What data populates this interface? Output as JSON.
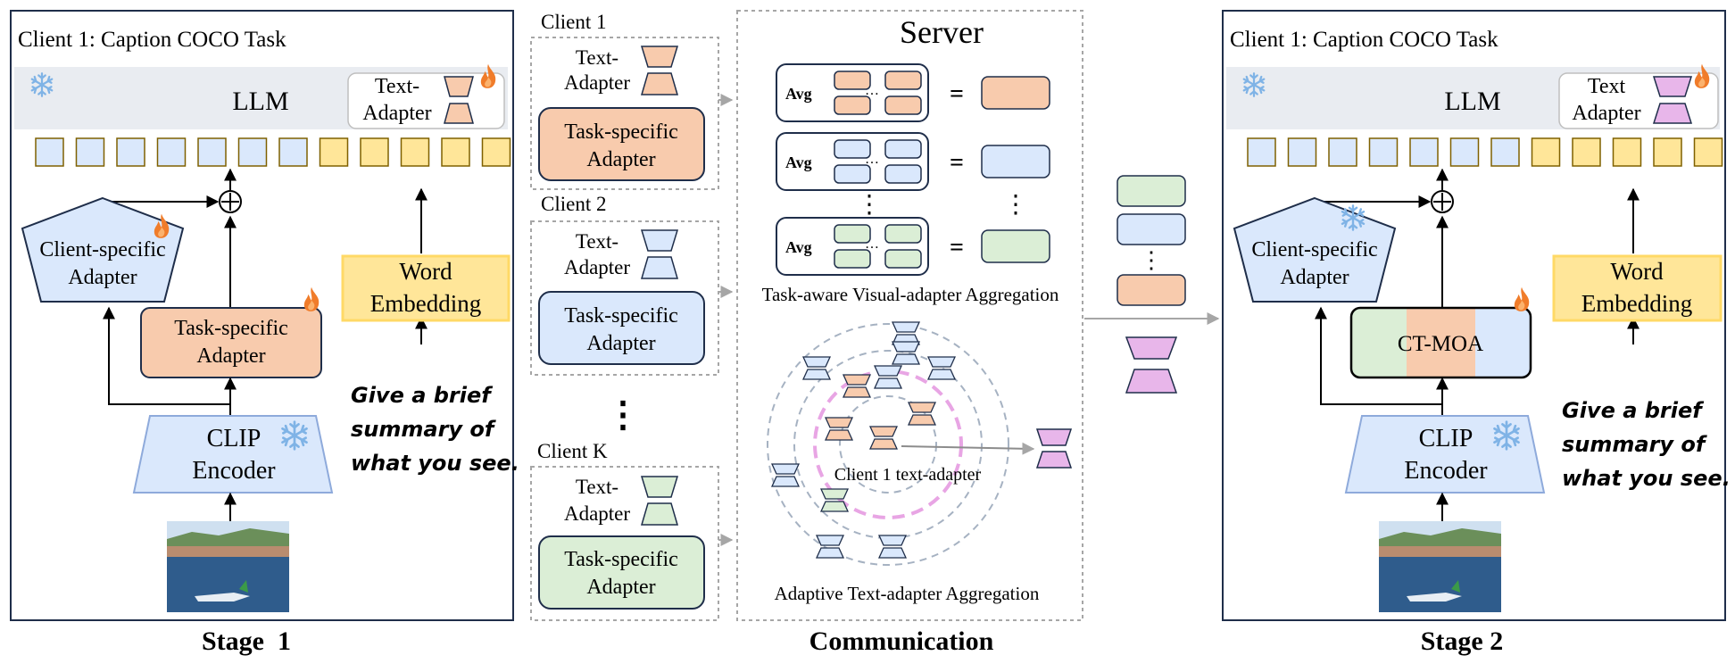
{
  "stage1": {
    "panel_title": "Client 1: Caption COCO Task",
    "llm_label": "LLM",
    "text_adapter_label_line1": "Text-",
    "text_adapter_label_line2": "Adapter",
    "client_adapter_line1": "Client-specific",
    "client_adapter_line2": "Adapter",
    "task_adapter_line1": "Task-specific",
    "task_adapter_line2": "Adapter",
    "word_embedding_line1": "Word",
    "word_embedding_line2": "Embedding",
    "clip_line1": "CLIP",
    "clip_line2": "Encoder",
    "prompt_line1": "Give a brief",
    "prompt_line2": "summary of",
    "prompt_line3": "what you see.",
    "stage_label": "Stage  1"
  },
  "communication": {
    "clients": [
      {
        "name": "Client 1",
        "text_adapter_line1": "Text-",
        "text_adapter_line2": "Adapter",
        "task_line1": "Task-specific",
        "task_line2": "Adapter"
      },
      {
        "name": "Client 2",
        "text_adapter_line1": "Text-",
        "text_adapter_line2": "Adapter",
        "task_line1": "Task-specific",
        "task_line2": "Adapter"
      },
      {
        "name": "Client K",
        "text_adapter_line1": "Text-",
        "text_adapter_line2": "Adapter",
        "task_line1": "Task-specific",
        "task_line2": "Adapter"
      }
    ],
    "ellipsis": "⋮",
    "server_title": "Server",
    "avg_label": "Avg",
    "equals": "=",
    "dots": "…",
    "visual_aggregation_label": "Task-aware Visual-adapter Aggregation",
    "client1_text_adapter_label": "Client 1 text-adapter",
    "text_aggregation_label": "Adaptive Text-adapter Aggregation",
    "section_label": "Communication"
  },
  "stage2": {
    "panel_title": "Client 1: Caption COCO Task",
    "llm_label": "LLM",
    "text_adapter_label_line1": "Text",
    "text_adapter_label_line2": "Adapter",
    "client_adapter_line1": "Client-specific",
    "client_adapter_line2": "Adapter",
    "ctmoa_label": "CT-MOA",
    "word_embedding_line1": "Word",
    "word_embedding_line2": "Embedding",
    "clip_line1": "CLIP",
    "clip_line2": "Encoder",
    "prompt_line1": "Give a brief",
    "prompt_line2": "summary of",
    "prompt_line3": "what you see.",
    "stage_label": "Stage 2"
  },
  "colors": {
    "orange_fill": "#f8cbad",
    "blue_fill": "#dae8fc",
    "green_fill": "#dbeed6",
    "pink_fill": "#e8b6ea",
    "yellow_fill": "#ffe699",
    "llm_bar": "#e9ecf1",
    "flame": "#f07c2a",
    "snow": "#7fb3e6"
  },
  "icons": [
    "snowflake-icon",
    "flame-icon",
    "plus-circle-icon",
    "trapezoid-adapter-icon",
    "photo-thumbnail"
  ]
}
